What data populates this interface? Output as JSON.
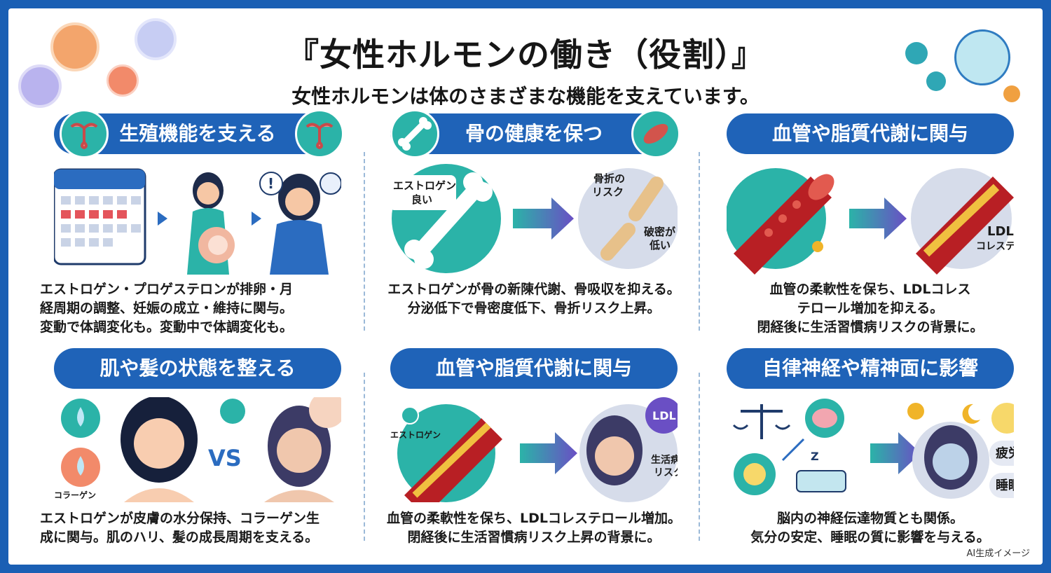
{
  "title": "『女性ホルモンの働き（役割）』",
  "subtitle": "女性ホルモンは体のさまざまな機能を支えています。",
  "panels": [
    {
      "heading": "生殖機能を支える",
      "desc": [
        "エストロゲン・プロゲステロンが排卵・月",
        "経周期の調整、妊娠の成立・維持に関与。",
        "変動で体調変化も。変動中で体調変化も。"
      ]
    },
    {
      "heading": "骨の健康を保つ",
      "labels": {
        "good": "エストロゲン\n良い",
        "fracture": "骨折の\nリスク",
        "density": "破密が\n低い"
      },
      "desc": [
        "エストロゲンが骨の新陳代謝、骨吸収を抑える。",
        "分泌低下で骨密度低下、骨折リスク上昇。"
      ]
    },
    {
      "heading": "血管や脂質代謝に関与",
      "labels": {
        "ldl": "LDL\nコレステロ"
      },
      "desc": [
        "血管の柔軟性を保ち、LDLコレス",
        "テロール増加を抑える。",
        "閉経後に生活習慣病リスクの背景に。"
      ]
    },
    {
      "heading": "肌や髪の状態を整える",
      "labels": {
        "collagen": "コラーゲン",
        "vs": "VS"
      },
      "desc": [
        "エストロゲンが皮膚の水分保持、コラーゲン生",
        "成に関与。肌のハリ、髪の成長周期を支える。"
      ]
    },
    {
      "heading": "血管や脂質代謝に関与",
      "labels": {
        "estrogen": "エストロゲン",
        "ldl": "LDL",
        "risk": "生活病\nリスク"
      },
      "desc": [
        "血管の柔軟性を保ち、LDLコレステロール増加。",
        "閉経後に生活習慣病リスク上昇の背景に。"
      ]
    },
    {
      "heading": "自律神経や精神面に影響",
      "labels": {
        "fatigue": "疲労",
        "sleep": "睡眠",
        "zzz": "Z"
      },
      "desc": [
        "脳内の神経伝達物質とも関係。",
        "気分の安定、睡眠の質に影響を与える。"
      ]
    }
  ],
  "footer": "AI生成イメージ",
  "colors": {
    "accent": "#1f63b8",
    "teal": "#2bb3a8",
    "vessel": "#b81f24"
  }
}
